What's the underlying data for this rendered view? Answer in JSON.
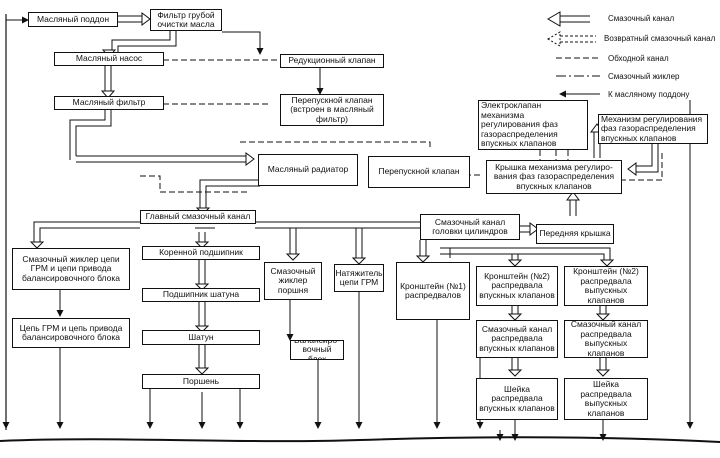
{
  "nodes": {
    "oil_pan": "Масляный поддон",
    "coarse_filter": "Фильтр грубой\nочистки масла",
    "oil_pump": "Масляный насос",
    "relief_valve": "Редукционный клапан",
    "oil_filter": "Масляный фильтр",
    "bypass_valve_filter": "Перепускной клапан\n(встроен в масляный\nфильтр)",
    "vvt_solenoid": "Электроклапан механизма\nрегулирования фаз\nгазораспределения\nвпускных клапанов",
    "vvt_actuator": "Механизм регулирования\nфаз газораспределения\nвпускных клапанов",
    "oil_cooler": "Масляный радиатор",
    "bypass_valve": "Перепускной клапан",
    "vvt_cover": "Крышка механизма регулиро-\nвания фаз газораспределения\nвпускных клапанов",
    "main_gallery": "Главный смазочный канал",
    "head_gallery": "Смазочный канал\nголовки цилиндров",
    "front_cover": "Передняя крышка",
    "jet_timing": "Смазочный жиклер цепи\nГРМ и цепи привода\nбалансировочного блока",
    "main_bearing": "Коренной подшипник",
    "piston_jet": "Смазочный\nжиклер\nпоршня",
    "tensioner": "Натяжитель\nцепи ГРМ",
    "bracket1": "Кронштейн (№1)\nраспредвалов",
    "bracket2_in": "Кронштейн (№2)\nраспредвала\nвпускных клапанов",
    "bracket2_ex": "Кронштейн (№2)\nраспредвала\nвыпускных клапанов",
    "conrod_bearing": "Подшипник шатуна",
    "timing_chain": "Цепь ГРМ и цепь привода\nбалансировочного блока",
    "balancer": "Балансиро-\nвочный блок",
    "conrod": "Шатун",
    "piston": "Поршень",
    "cam_in_gallery": "Смазочный канал\nраспредвала\nвпускных клапанов",
    "cam_ex_gallery": "Смазочный канал\nраспредвала\nвыпускных клапанов",
    "cam_in_journal": "Шейка распредвала\nвпускных клапанов",
    "cam_ex_journal": "Шейка распредвала\nвыпускных клапанов"
  },
  "legend": {
    "oil_channel": "Смазочный канал",
    "return_channel": "Возвратный смазочный канал",
    "bypass_channel": "Обходной канал",
    "oil_jet": "Смазочный жиклер",
    "to_pan": "К масляному поддону"
  }
}
